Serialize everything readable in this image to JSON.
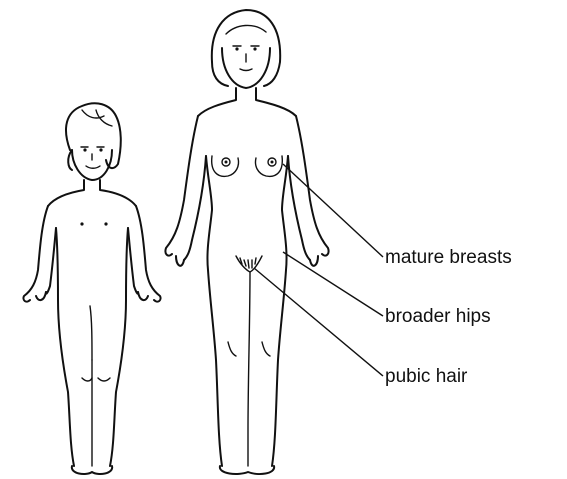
{
  "figure": {
    "figures": [
      {
        "name": "child-figure"
      },
      {
        "name": "adult-woman-figure"
      }
    ],
    "callouts": [
      {
        "id": "mature-breasts",
        "label": "mature breasts"
      },
      {
        "id": "broader-hips",
        "label": "broader hips"
      },
      {
        "id": "pubic-hair",
        "label": "pubic hair"
      }
    ],
    "colors": {
      "line": "#111111",
      "background": "#ffffff"
    }
  }
}
